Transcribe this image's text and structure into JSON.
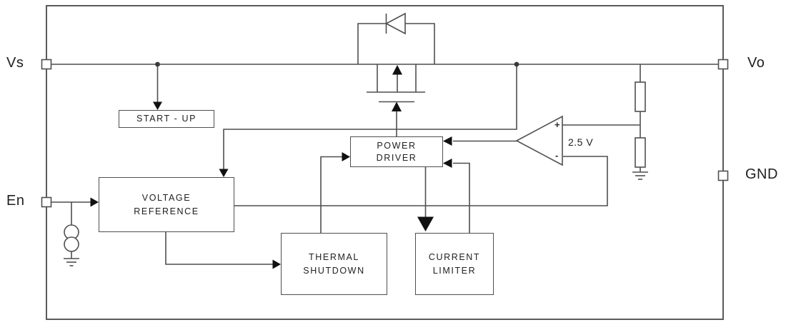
{
  "pins": {
    "vs": "Vs",
    "en": "En",
    "vo": "Vo",
    "gnd": "GND"
  },
  "blocks": {
    "startup": {
      "label": "START - UP"
    },
    "voltage_reference": {
      "line1": "VOLTAGE",
      "line2": "REFERENCE"
    },
    "thermal_shutdown": {
      "line1": "THERMAL",
      "line2": "SHUTDOWN"
    },
    "power_driver": {
      "line1": "POWER",
      "line2": "DRIVER"
    },
    "current_limiter": {
      "line1": "CURRENT",
      "line2": "LIMITER"
    }
  },
  "error_amplifier": {
    "plus_label": "+",
    "minus_label": "-",
    "reference_voltage": "2.5 V"
  },
  "icons": {
    "pass_transistor": "pmos-transistor-icon",
    "body_diode": "diode-icon",
    "bias_source": "current-source-icon",
    "ground": "ground-icon",
    "resistor": "resistor-icon"
  },
  "colors": {
    "line": "#4f4f4f",
    "border": "#5a5a5a",
    "arrow": "#111111",
    "text": "#212121",
    "background": "#ffffff"
  }
}
